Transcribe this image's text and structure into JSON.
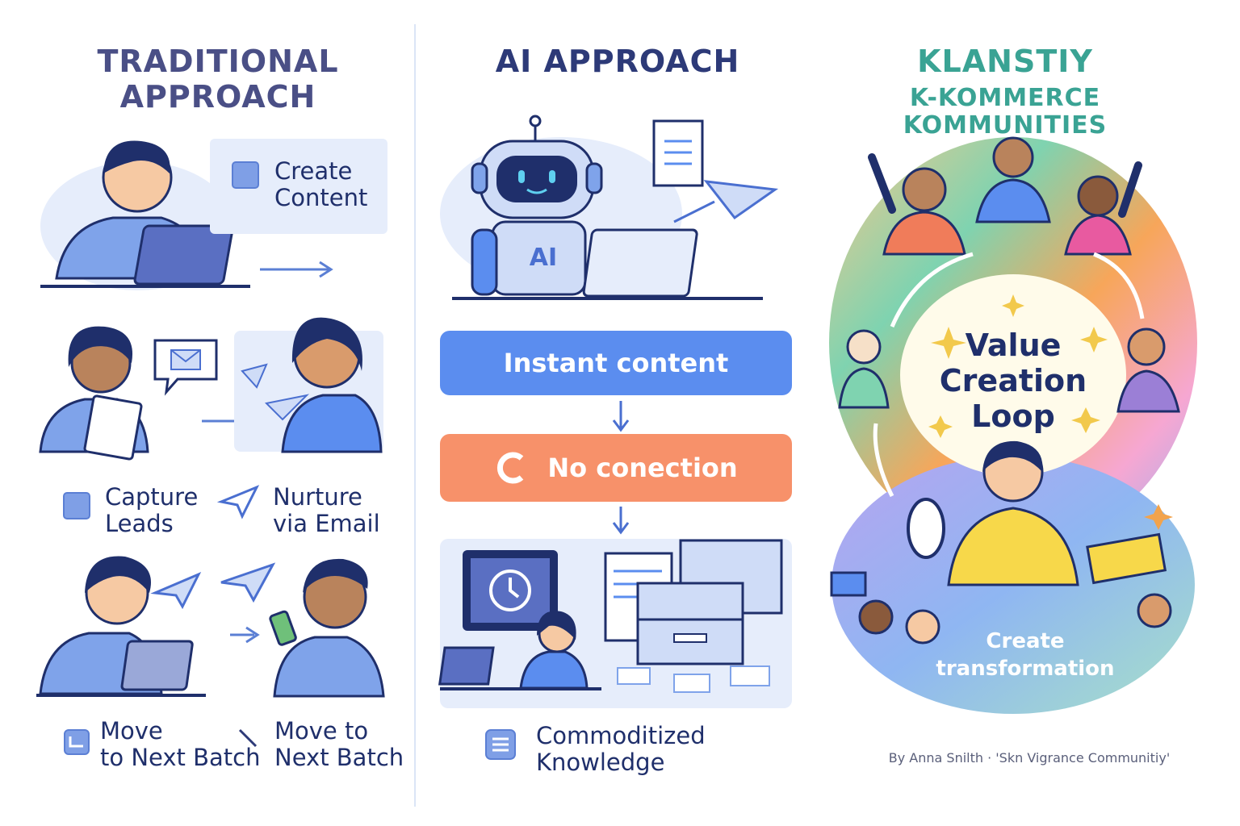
{
  "traditional": {
    "title_line1": "TRADITIONAL",
    "title_line2": "APPROACH",
    "create_content_line1": "Create",
    "create_content_line2": "Content",
    "capture_leads_line1": "Capture",
    "capture_leads_line2": "Leads",
    "nurture_line1": "Nurture",
    "nurture_line2": "via Email",
    "move_left_line1": "Move",
    "move_left_line2": "to Next Batch",
    "move_right_line1": "Move to",
    "move_right_line2": "Next Batch"
  },
  "ai": {
    "title": "AI APPROACH",
    "robot_chest_label": "AI",
    "instant_content": "Instant content",
    "no_connection": "No conection",
    "commoditized_line1": "Commoditized",
    "commoditized_line2": "Knowledge"
  },
  "klanstiy": {
    "title_line1": "KLANSTIY",
    "title_line2": "K-KOMMERCE KOMMUNITIES",
    "loop_line1": "Value",
    "loop_line2": "Creation",
    "loop_line3": "Loop",
    "transform_line1": "Create",
    "transform_line2": "transformation",
    "byline": "By  Anna Snilth · 'Skn Vigrance Communitiy'"
  },
  "colors": {
    "navy": "#2d3a78",
    "blue_primary": "#5b8def",
    "orange": "#f7916a",
    "teal": "#3aa394",
    "title_purple": "#4a4f86"
  }
}
